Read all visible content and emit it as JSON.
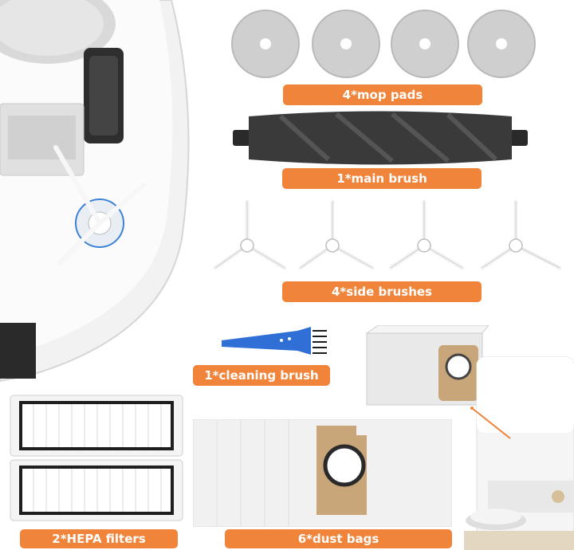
{
  "labels": {
    "mop_pads": "4*mop pads",
    "main_brush": "1*main brush",
    "side_brushes": "4*side brushes",
    "cleaning_brush": "1*cleaning brush",
    "hepa_filters": "2*HEPA filters",
    "dust_bags": "6*dust bags"
  },
  "colors": {
    "label_bg": "#f0843a",
    "label_text": "#ffffff",
    "mop_pad": "#cfcfcf",
    "roller": "#3a3a3a",
    "cleaning_brush": "#2f6fd6",
    "bag_panel": "#c9a57a"
  }
}
